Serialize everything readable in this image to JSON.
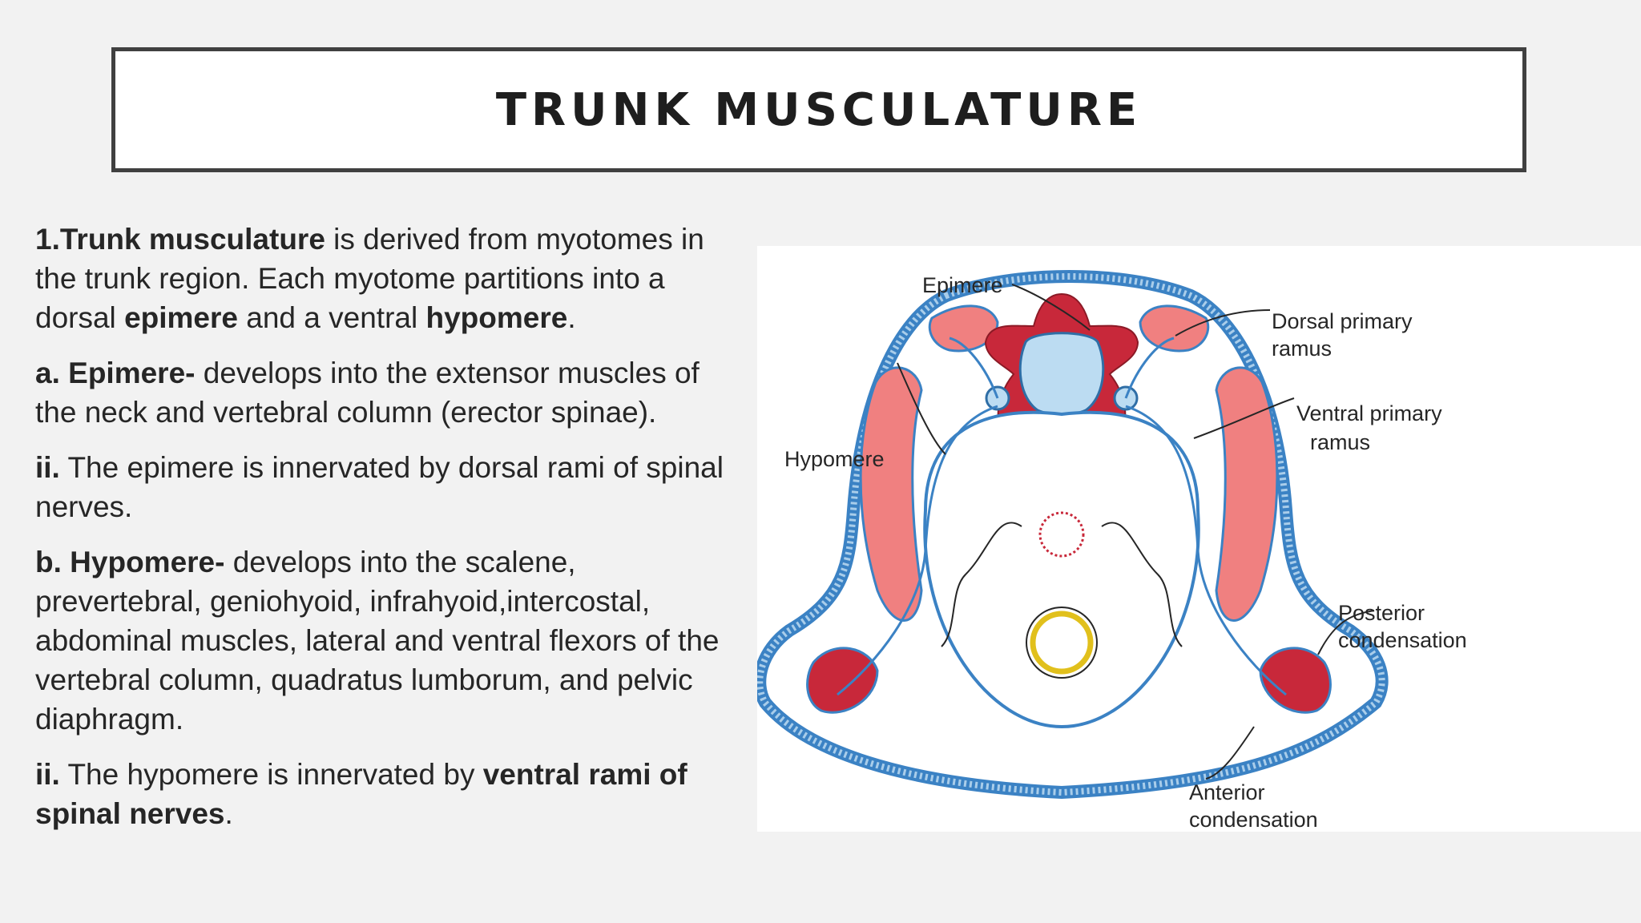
{
  "title": "TRUNK MUSCULATURE",
  "paragraphs": [
    {
      "id": "p1",
      "segments": [
        {
          "t": "1.",
          "b": true
        },
        {
          "t": "Trunk musculature",
          "b": true
        },
        {
          "t": " is derived from myotomes in the trunk region. Each myotome partitions into a dorsal "
        },
        {
          "t": "epimere",
          "b": true
        },
        {
          "t": " and a ventral "
        },
        {
          "t": "hypomere",
          "b": true
        },
        {
          "t": "."
        }
      ]
    },
    {
      "id": "p2",
      "segments": [
        {
          "t": "a. ",
          "b": true
        },
        {
          "t": "Epimere-",
          "b": true
        },
        {
          "t": " develops into the extensor muscles of the neck and vertebral column (erector spinae)."
        }
      ]
    },
    {
      "id": "p3",
      "segments": [
        {
          "t": "ii.",
          "b": true
        },
        {
          "t": " The epimere is innervated by dorsal rami of spinal nerves."
        }
      ]
    },
    {
      "id": "p4",
      "segments": [
        {
          "t": "b. ",
          "b": true
        },
        {
          "t": "Hypomere-",
          "b": true
        },
        {
          "t": " develops into the scalene, prevertebral, geniohyoid, infrahyoid,intercostal, abdominal muscles, lateral and ventral flexors of the vertebral column, quadratus lumborum, and pelvic diaphragm."
        }
      ]
    },
    {
      "id": "p5",
      "segments": [
        {
          "t": "ii.",
          "b": true
        },
        {
          "t": " The hypomere is innervated by "
        },
        {
          "t": "ventral rami of spinal nerves",
          "b": true
        },
        {
          "t": "."
        }
      ]
    }
  ],
  "figure": {
    "labels": {
      "epimere": "Epimere",
      "hypomere": "Hypomere",
      "dorsal_1": "Dorsal primary",
      "dorsal_2": "ramus",
      "ventral_1": "Ventral primary",
      "ventral_2": "ramus",
      "posterior_1": "Posterior",
      "posterior_2": "condensation",
      "anterior_1": "Anterior",
      "anterior_2": "condensation"
    },
    "colors": {
      "ectoderm": "#3b82c4",
      "ectoderm_fill": "#a9cdea",
      "muscle": "#f08080",
      "vertebra": "#bcdcf2",
      "tissue": "#c8283a",
      "gut": "#e1c01c"
    }
  }
}
